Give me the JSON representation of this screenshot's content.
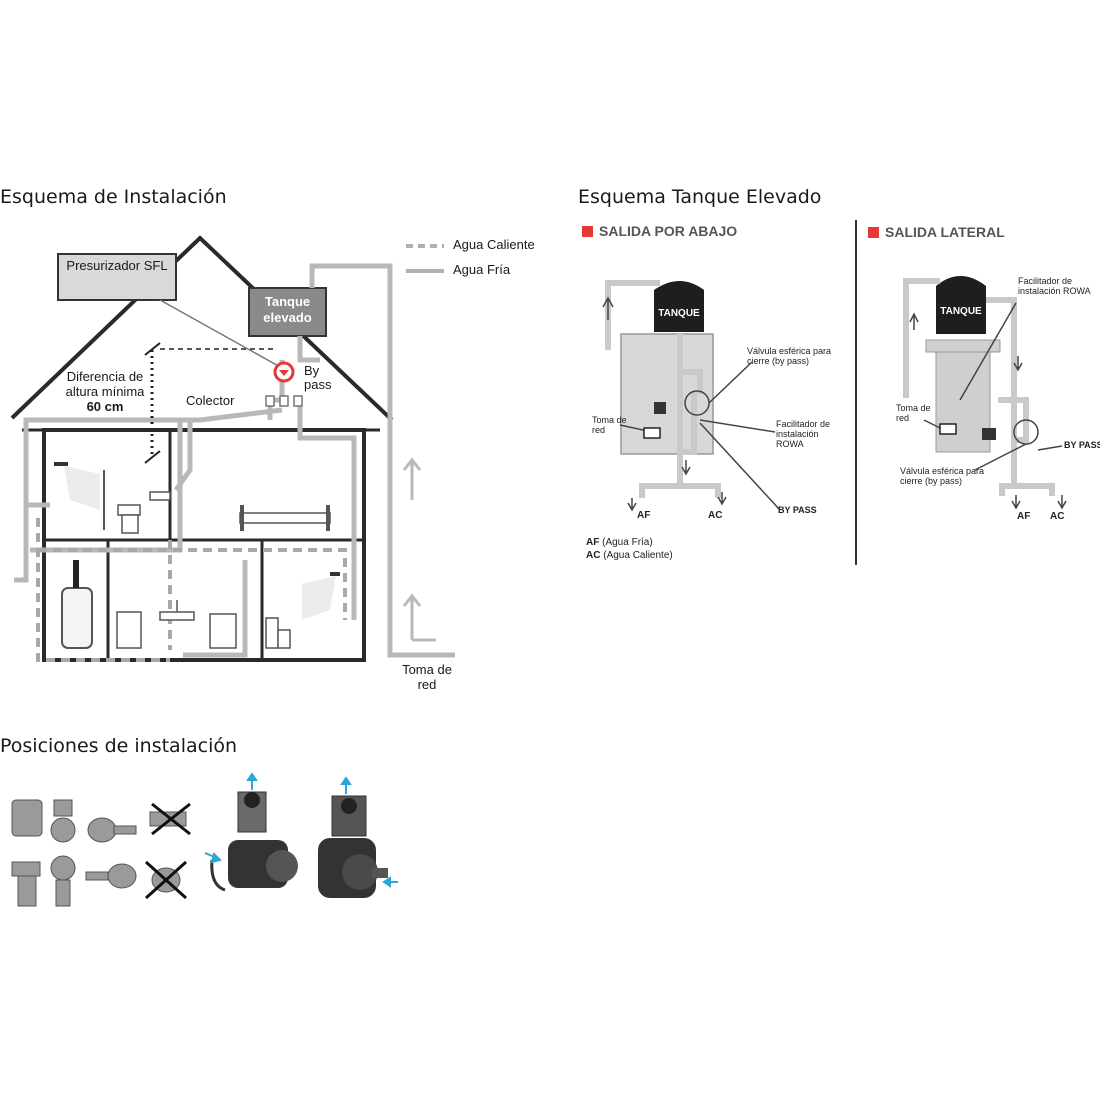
{
  "titles": {
    "installation": "Esquema de Instalación",
    "tank": "Esquema Tanque Elevado",
    "positions": "Posiciones de instalación"
  },
  "house": {
    "pressurizer": "Presurizador SFL",
    "tank": "Tanque elevado",
    "bypass": "By pass",
    "height_diff_line1": "Diferencia de",
    "height_diff_line2": "altura mínima",
    "height_diff_value": "60 cm",
    "collector": "Colector",
    "mains": "Toma de red"
  },
  "legend": {
    "hot": "Agua Caliente",
    "cold": "Agua Fría",
    "hot_style": "dashed",
    "cold_style": "solid"
  },
  "tank_diagrams": {
    "bottom": {
      "title": "SALIDA POR ABAJO",
      "tank": "TANQUE",
      "valve": "Válvula esférica para cierre (by pass)",
      "facilitator": "Facilitador de instalación ROWA",
      "mains": "Toma de red",
      "bypass": "BY PASS",
      "af": "AF",
      "ac": "AC",
      "af_full_key": "AF",
      "af_full": "(Agua Fría)",
      "ac_full_key": "AC",
      "ac_full": "(Agua Caliente)"
    },
    "side": {
      "title": "SALIDA LATERAL",
      "tank": "TANQUE",
      "facilitator": "Facilitador de instalación ROWA",
      "mains": "Toma de red",
      "bypass": "BY PASS",
      "valve": "Válvula esférica para cierre (by pass)",
      "af": "AF",
      "ac": "AC"
    }
  },
  "colors": {
    "accent_red": "#e53935",
    "pipe_gray": "#b5b5b5",
    "tank_dark": "#1e1e1e",
    "arrow_blue": "#2aa7d9"
  }
}
